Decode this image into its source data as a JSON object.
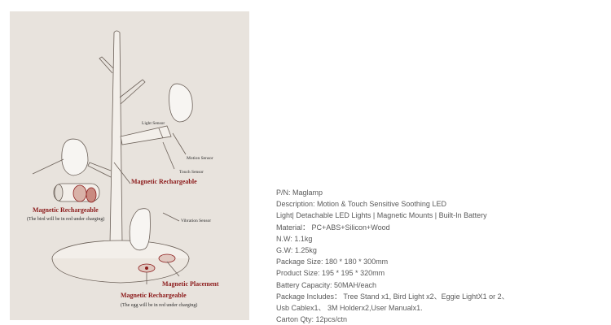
{
  "diagram": {
    "labels": {
      "light_sensor": "Light Sensor",
      "motion_sensor": "Motion Sensor",
      "touch_sensor": "Touch Sensor",
      "magnetic_rechargeable_top": "Magnetic Rechargeable",
      "magnetic_rechargeable_left": "Magnetic Rechargeable",
      "bird_note": "(The bird will be in red under charging)",
      "vibration_sensor": "Vibration Sensor",
      "magnetic_placement": "Magnetic Placement",
      "magnetic_rechargeable_bottom": "Magnetic Rechargeable",
      "egg_note": "(The egg will be in red under charging)"
    },
    "colors": {
      "background": "#e8e3dd",
      "line": "#6b6058",
      "accent_red": "#8c1b1b"
    }
  },
  "specs": [
    {
      "text": "P/N:  Maglamp"
    },
    {
      "text": "Description:  Motion & Touch Sensitive Soothing LED"
    },
    {
      "text": "Light| Detachable LED Lights | Magnetic Mounts | Built-In Battery"
    },
    {
      "text": "Material： PC+ABS+Silicon+Wood"
    },
    {
      "text": "N.W:  1.1kg"
    },
    {
      "text": "G.W:  1.25kg"
    },
    {
      "text": "Package Size:  180 * 180 * 300mm"
    },
    {
      "text": "Product Size:  195 * 195 * 320mm"
    },
    {
      "text": "Battery Capacity:   50MAH/each"
    },
    {
      "text": "Package Includes： Tree Stand x1, Bird Light x2、Eggie LightX1 or 2、"
    },
    {
      "text": "Usb Cablex1、 3M Holderx2,User Manualx1."
    },
    {
      "text": "Carton Qty:   12pcs/ctn"
    }
  ]
}
